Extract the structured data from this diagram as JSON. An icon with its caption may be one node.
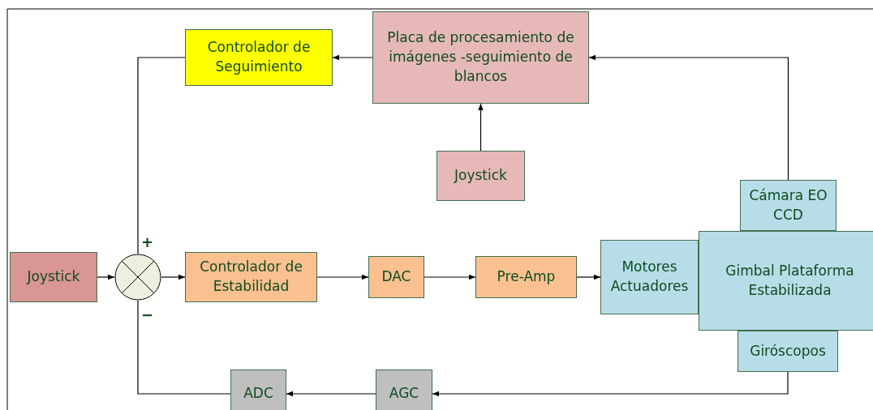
{
  "diagram": {
    "nodes": [
      {
        "text": [
          "Controlador de Seguimiento"
        ]
      },
      {
        "text": [
          "Placa de procesamiento de imágenes -seguimiento de blancos"
        ]
      },
      {
        "text": [
          "Joystick"
        ]
      },
      {
        "text": [
          "Cámara EO CCD"
        ]
      },
      {
        "text": [
          "Gimbal Plataforma Estabilizada"
        ]
      },
      {
        "text": [
          "Motores Actuadores"
        ]
      },
      {
        "text": [
          "Giróscopos"
        ]
      },
      {
        "text": [
          "Joystick"
        ]
      },
      {
        "text": [],
        "shape": "circle"
      },
      {
        "text": [
          "Controlador de Estabilidad"
        ]
      },
      {
        "text": [
          "DAC"
        ]
      },
      {
        "text": [
          "Pre-Amp"
        ]
      },
      {
        "text": [
          "AGC"
        ]
      },
      {
        "text": [
          "ADC"
        ]
      }
    ],
    "edges": [
      {
        "from": 1,
        "to": 0,
        "arrow": "to"
      },
      {
        "from": 2,
        "to": 1,
        "arrow": "to"
      },
      {
        "from": 3,
        "to": 1,
        "arrow": "to"
      },
      {
        "from": 0,
        "to": 8,
        "arrow": "none"
      },
      {
        "from": 7,
        "to": 8,
        "arrow": "to"
      },
      {
        "from": 8,
        "to": 9,
        "arrow": "to"
      },
      {
        "from": 9,
        "to": 10,
        "arrow": "to"
      },
      {
        "from": 10,
        "to": 11,
        "arrow": "to"
      },
      {
        "from": 11,
        "to": 5,
        "arrow": "to"
      },
      {
        "from": 6,
        "to": 12,
        "arrow": "to"
      },
      {
        "from": 12,
        "to": 13,
        "arrow": "to"
      },
      {
        "from": 13,
        "to": 8,
        "arrow": "none"
      }
    ],
    "labels": [
      "+",
      "−"
    ]
  }
}
